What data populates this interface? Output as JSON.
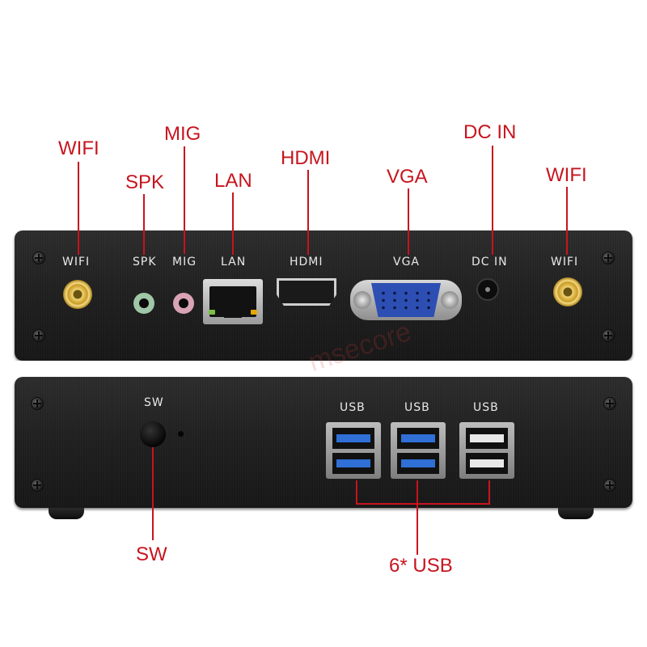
{
  "callouts": {
    "wifi_left": "WIFI",
    "mig": "MIG",
    "spk": "SPK",
    "lan": "LAN",
    "hdmi": "HDMI",
    "vga": "VGA",
    "dc_in": "DC IN",
    "wifi_right": "WIFI",
    "sw": "SW",
    "usb_total": "6* USB"
  },
  "top_panel_labels": {
    "wifi_left": "WIFI",
    "spk": "SPK",
    "mig": "MIG",
    "lan": "LAN",
    "hdmi": "HDMI",
    "vga": "VGA",
    "dc_in": "DC IN",
    "wifi_right": "WIFI"
  },
  "bottom_panel_labels": {
    "sw": "SW",
    "usb_1": "USB",
    "usb_2": "USB",
    "usb_3": "USB"
  },
  "watermark": "msecore",
  "colors": {
    "callout": "#c8141e",
    "usb3_blue": "#2f6fd6",
    "usb2_white": "#e8e8e8",
    "vga_blue": "#2d4fb3",
    "spk_jack": "#9fc7a7",
    "mig_jack": "#d9a3b5"
  }
}
